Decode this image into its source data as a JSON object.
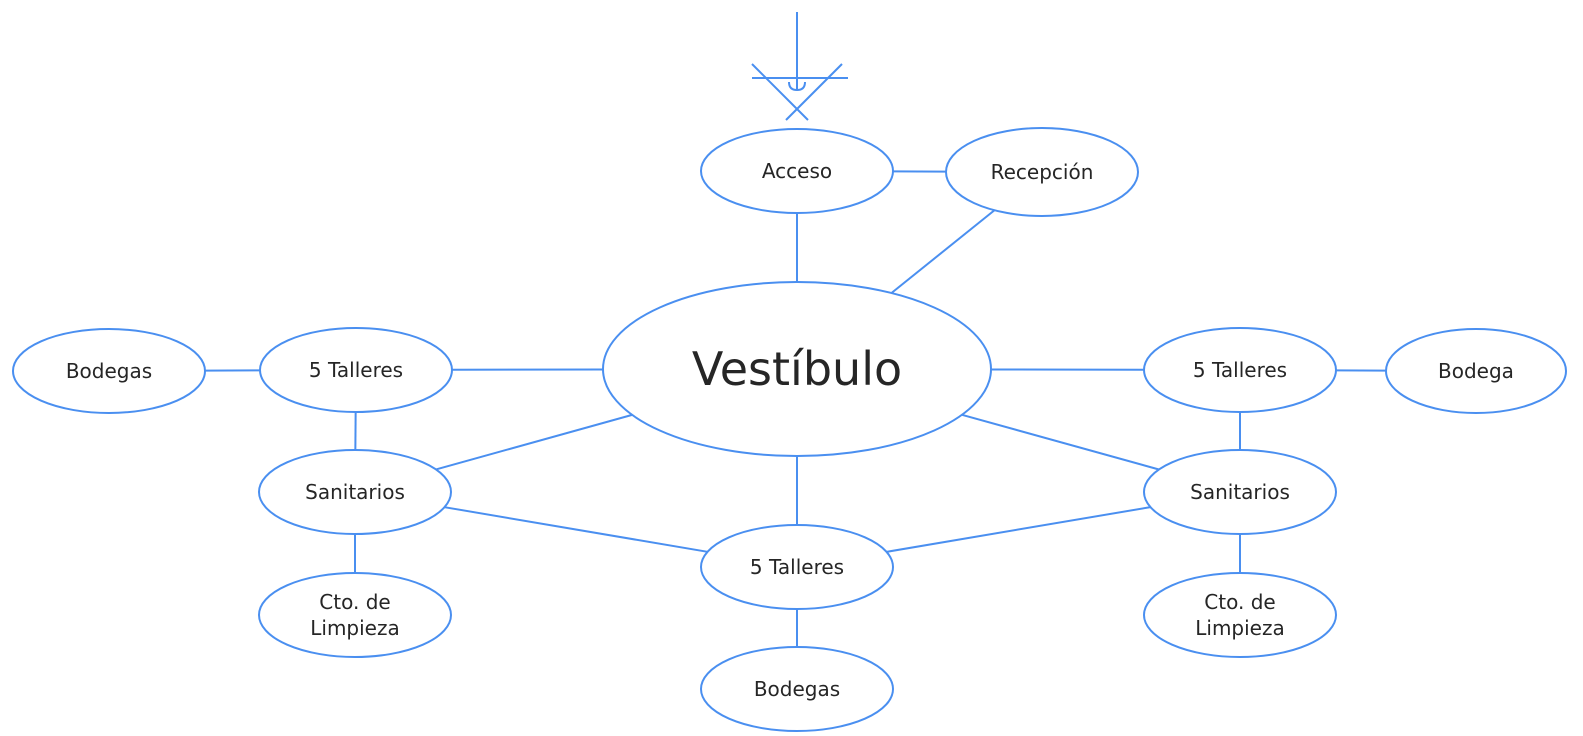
{
  "diagram": {
    "stroke_color": "#4a8ff0",
    "text_color": "#262626",
    "entrance_symbol": "entrance-arrow-icon",
    "nodes": {
      "acceso": {
        "lines": [
          "Acceso"
        ]
      },
      "recepcion": {
        "lines": [
          "Recepción"
        ]
      },
      "vestibulo": {
        "lines": [
          "Vestíbulo"
        ]
      },
      "bodegas_left": {
        "lines": [
          "Bodegas"
        ]
      },
      "talleres_left": {
        "lines": [
          "5 Talleres"
        ]
      },
      "talleres_right": {
        "lines": [
          "5 Talleres"
        ]
      },
      "bodega_right": {
        "lines": [
          "Bodega"
        ]
      },
      "sanitarios_left": {
        "lines": [
          "Sanitarios"
        ]
      },
      "sanitarios_right": {
        "lines": [
          "Sanitarios"
        ]
      },
      "talleres_bottom": {
        "lines": [
          "5 Talleres"
        ]
      },
      "limpieza_left": {
        "lines": [
          "Cto. de",
          "Limpieza"
        ]
      },
      "limpieza_right": {
        "lines": [
          "Cto. de",
          "Limpieza"
        ]
      },
      "bodegas_bottom": {
        "lines": [
          "Bodegas"
        ]
      }
    },
    "edges": [
      [
        "acceso",
        "recepcion"
      ],
      [
        "acceso",
        "vestibulo"
      ],
      [
        "recepcion",
        "vestibulo"
      ],
      [
        "bodegas_left",
        "talleres_left"
      ],
      [
        "talleres_left",
        "vestibulo"
      ],
      [
        "vestibulo",
        "talleres_right"
      ],
      [
        "talleres_right",
        "bodega_right"
      ],
      [
        "talleres_left",
        "sanitarios_left"
      ],
      [
        "talleres_right",
        "sanitarios_right"
      ],
      [
        "vestibulo",
        "sanitarios_left"
      ],
      [
        "vestibulo",
        "sanitarios_right"
      ],
      [
        "vestibulo",
        "talleres_bottom"
      ],
      [
        "sanitarios_left",
        "talleres_bottom"
      ],
      [
        "sanitarios_right",
        "talleres_bottom"
      ],
      [
        "sanitarios_left",
        "limpieza_left"
      ],
      [
        "sanitarios_right",
        "limpieza_right"
      ],
      [
        "talleres_bottom",
        "bodegas_bottom"
      ]
    ]
  }
}
